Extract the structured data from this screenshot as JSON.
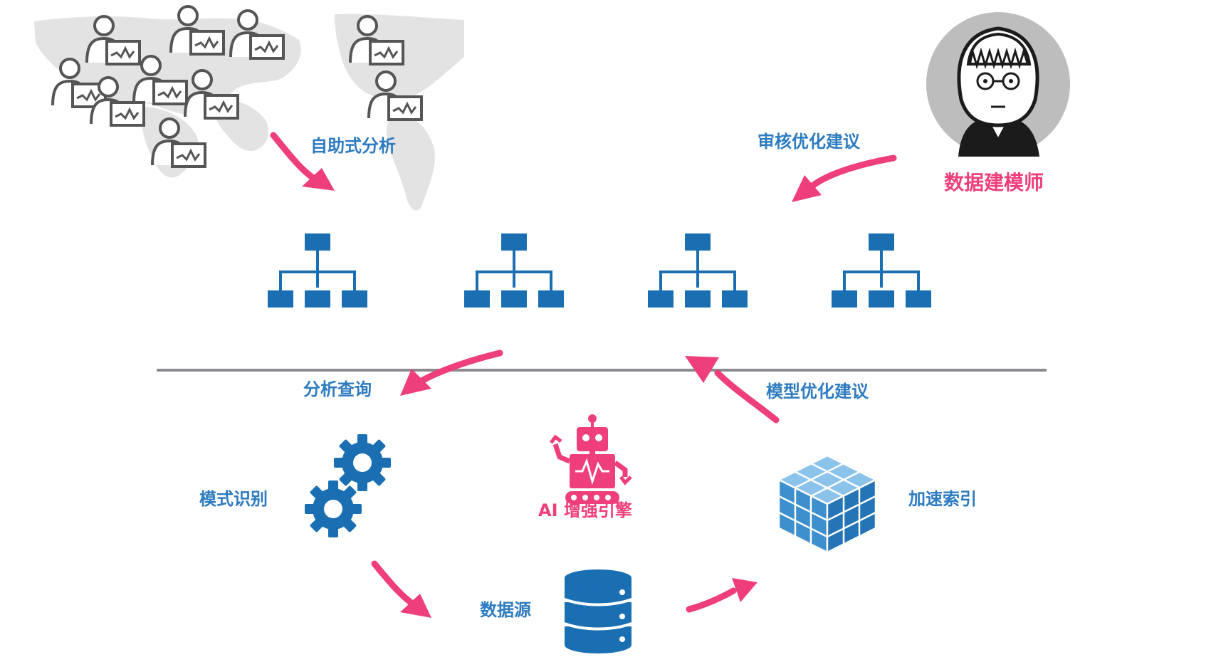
{
  "labels": {
    "self_service": "自助式分析",
    "review_suggestions": "审核优化建议",
    "data_modeler": "数据建模师",
    "analytic_query": "分析查询",
    "model_suggestions": "模型优化建议",
    "pattern_recognition": "模式识别",
    "ai_engine": "AI 增强引擎",
    "accelerated_index": "加速索引",
    "data_source": "数据源"
  },
  "colors": {
    "blue": "#1a6fb3",
    "pink": "#ee3f7c",
    "gray": "#555555",
    "map": "#e3e3e3",
    "divider": "#8a8a90"
  },
  "icons": {
    "users": "user-at-monitor-icon",
    "modeler": "modeler-avatar-icon",
    "hierarchy": "org-chart-icon",
    "gears": "gears-icon",
    "robot": "robot-icon",
    "cube": "cube-blocks-icon",
    "database": "database-icon"
  }
}
